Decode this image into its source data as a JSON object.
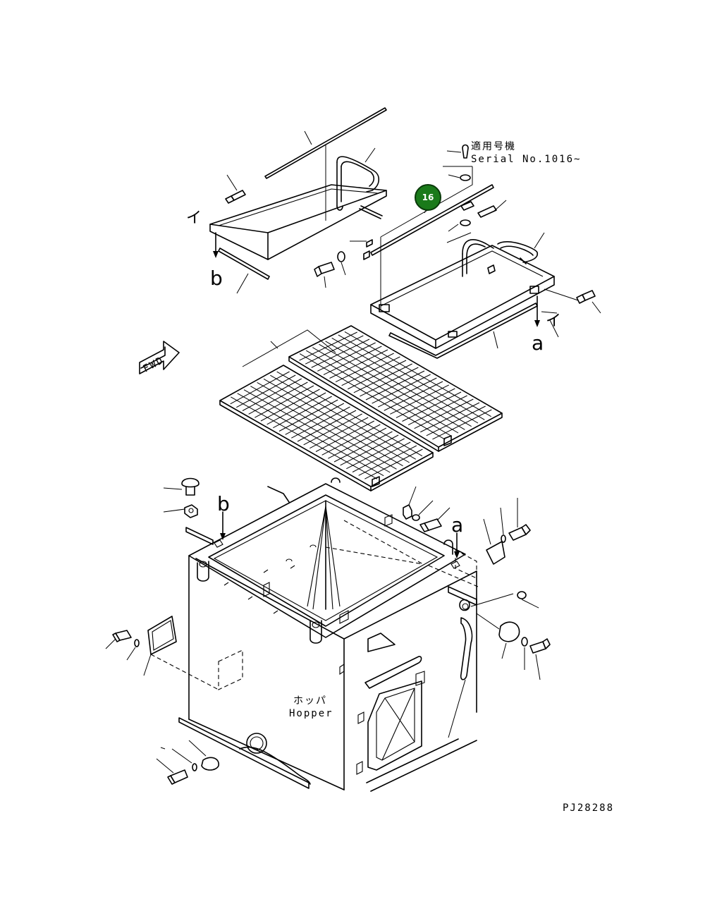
{
  "labels": {
    "serial_jp": "適用号機",
    "serial_en": "Serial No.1016~",
    "hopper_jp": "ホッパ",
    "hopper_en": "Hopper",
    "fwd": "FWD",
    "part_code": "PJ28288",
    "marker_a_top": "a",
    "marker_b_top": "b",
    "marker_a_bottom": "a",
    "marker_b_bottom": "b",
    "marker_i_left": "イ",
    "marker_i_right": "イ"
  },
  "callouts": [
    {
      "number": "16",
      "color": "#1a7a1a"
    }
  ]
}
